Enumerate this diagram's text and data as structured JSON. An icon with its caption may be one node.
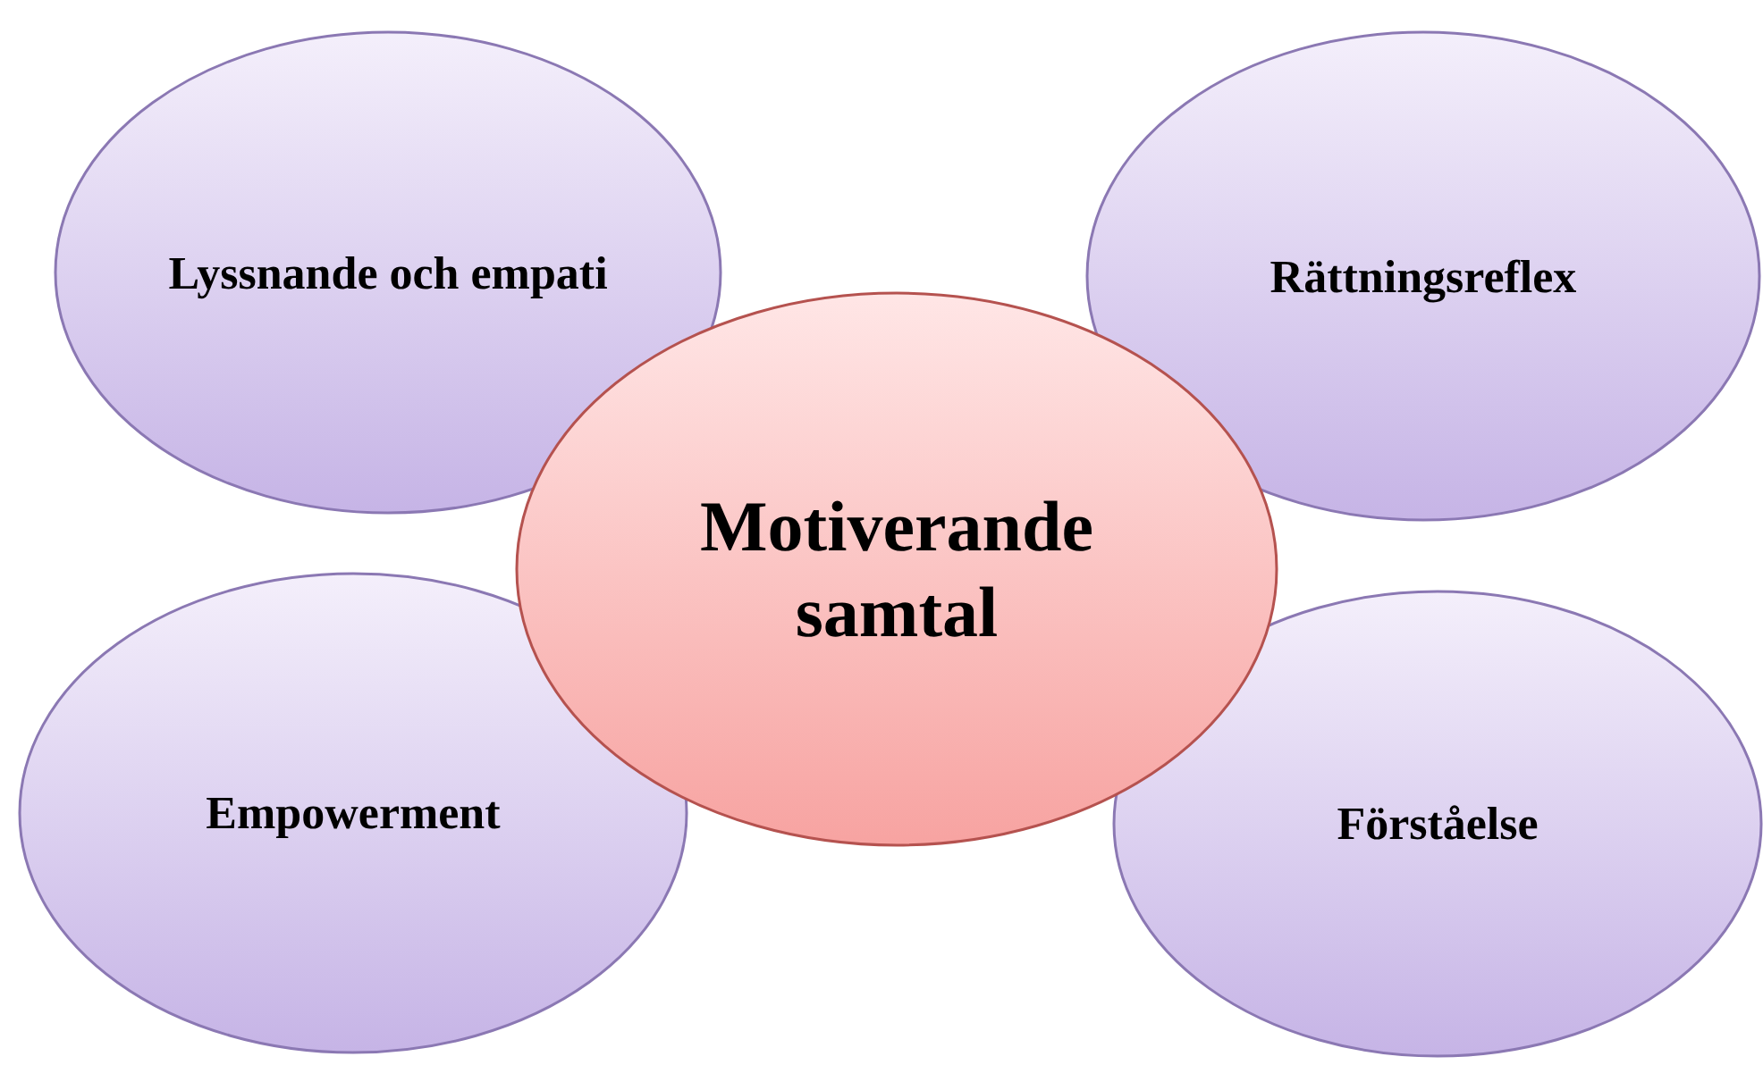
{
  "diagram": {
    "nodes": [
      {
        "text": [
          "Lyssnande och empati"
        ]
      },
      {
        "text": [
          "Rättningsreflex"
        ]
      },
      {
        "text": [
          "Motiverande samtal"
        ]
      },
      {
        "text": [
          "Empowerment"
        ]
      },
      {
        "text": [
          "Förståelse"
        ]
      }
    ]
  }
}
